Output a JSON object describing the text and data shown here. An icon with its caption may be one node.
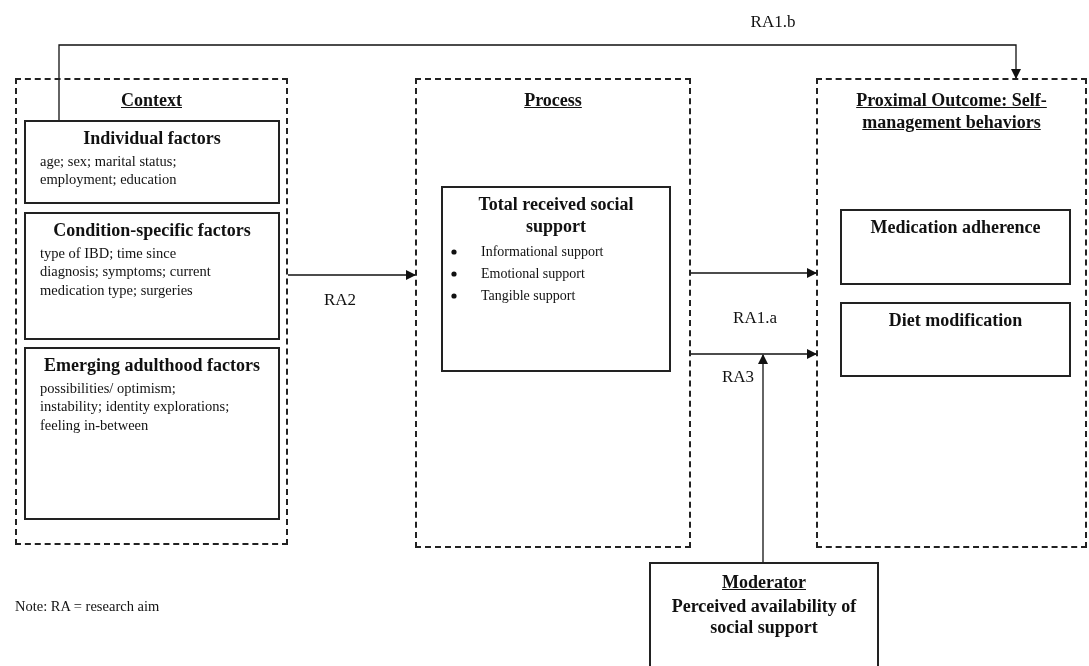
{
  "diagram": {
    "nodes": [
      {
        "text": [
          "Context"
        ]
      },
      {
        "text": [
          "Individual factors",
          "age; sex; marital status; employment; education"
        ],
        "in": 0
      },
      {
        "text": [
          "Condition-specific factors",
          "type of IBD; time since diagnosis; symptoms; current medication type; surgeries"
        ],
        "in": 0
      },
      {
        "text": [
          "Emerging adulthood factors",
          "possibilities/ optimism; instability; identity explorations; feeling in-between"
        ],
        "in": 0
      },
      {
        "text": [
          "Process"
        ]
      },
      {
        "text": [
          "Total received social support",
          "Informational support",
          "Emotional support",
          "Tangible support"
        ],
        "in": 4
      },
      {
        "text": [
          "Proximal Outcome: Self-management behaviors"
        ]
      },
      {
        "text": [
          "Medication adherence"
        ],
        "in": 6
      },
      {
        "text": [
          "Diet modification"
        ],
        "in": 6
      },
      {
        "text": [
          "Moderator",
          "Perceived availability of social support"
        ]
      }
    ],
    "edges": [
      {
        "from": 1,
        "to": 6,
        "arrow": "to",
        "label": "RA1.b"
      },
      {
        "from": 0,
        "to": 4,
        "arrow": "to",
        "label": "RA2"
      },
      {
        "from": 4,
        "to": 6,
        "arrow": "to",
        "label": "RA1.a"
      },
      {
        "from": 4,
        "to": 6,
        "arrow": "to"
      },
      {
        "from": 9,
        "to": null,
        "arrow": "to",
        "label": "RA3"
      }
    ],
    "labels": [
      "Note: RA = research aim"
    ]
  }
}
